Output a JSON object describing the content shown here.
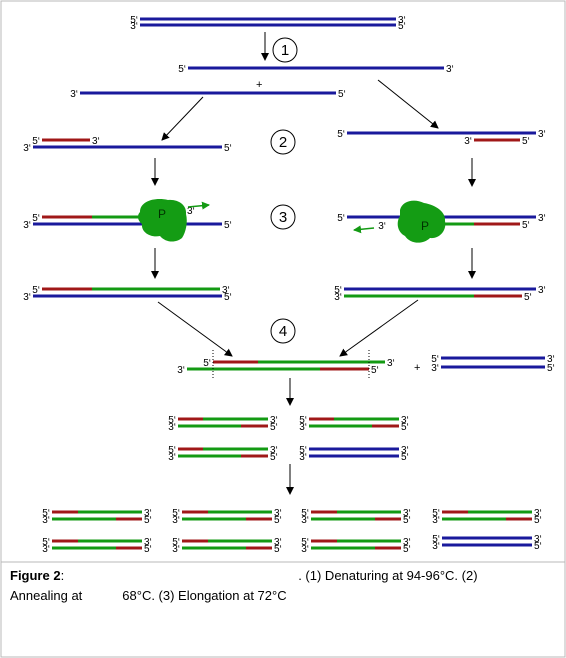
{
  "colors": {
    "template": "#1a1a9c",
    "primer": "#a01818",
    "new_strand": "#139a13",
    "polymerase": "#149c14",
    "frame": "#b9b9b9"
  },
  "labels": {
    "five_prime": "5‘",
    "three_prime": "3‘",
    "plus": "+",
    "polymerase": "P",
    "step1": "1",
    "step2": "2",
    "step3": "3",
    "step4": "4"
  },
  "caption": {
    "figure": "Figure 2",
    "colon": ":",
    "step1_text": ". (1) Denaturing at 94-96°C. (2)",
    "annealing": "Annealing at",
    "step23_text": "68°C. (3) Elongation at 72°C"
  },
  "icons": {
    "polymerase": "polymerase-blob-icon",
    "process_arrow": "arrow-down-icon",
    "synthesis_arrow": "synthesis-direction-arrow-icon"
  }
}
